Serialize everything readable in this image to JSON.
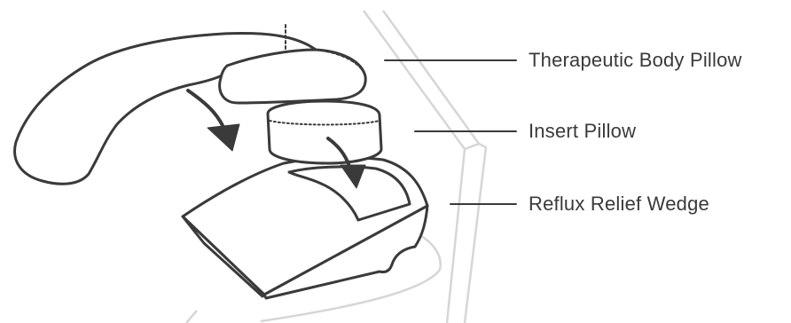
{
  "labels": {
    "body_pillow": "Therapeutic Body Pillow",
    "insert_pillow": "Insert Pillow",
    "wedge": "Reflux Relief Wedge"
  },
  "colors": {
    "stroke": "#3a3a3a",
    "background_outline": "#d6d6d6",
    "leader_line": "#3a3a3a",
    "text": "#3a3a3a"
  }
}
